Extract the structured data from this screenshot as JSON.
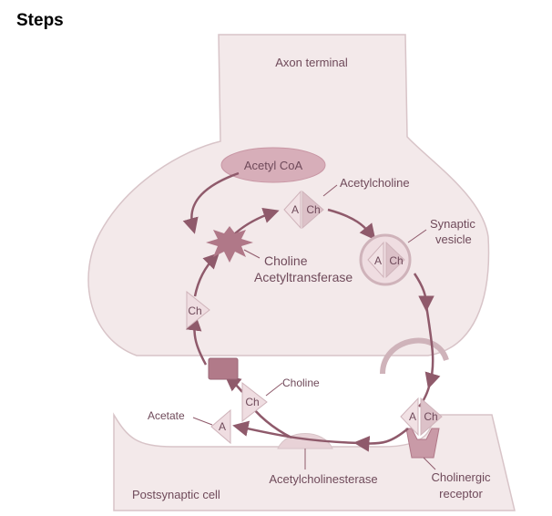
{
  "heading": "Steps",
  "colors": {
    "cell_fill": "#f3e9ea",
    "cell_stroke": "#d8c4c8",
    "path": "#8f5a6b",
    "enzyme": "#b07888",
    "text": "#6f4a5a",
    "mol_light": "#f1e1e4",
    "mol_dark": "#dcc1c8",
    "block": "#b17a89"
  },
  "labels": {
    "axon_terminal": "Axon terminal",
    "acetyl_coa": "Acetyl CoA",
    "acetylcholine": "Acetylcholine",
    "synaptic_vesicle_1": "Synaptic",
    "synaptic_vesicle_2": "vesicle",
    "choline_acetyltransferase_1": "Choline",
    "choline_acetyltransferase_2": "Acetyltransferase",
    "choline": "Choline",
    "acetate": "Acetate",
    "acetylcholinesterase": "Acetylcholinesterase",
    "cholinergic_receptor_1": "Cholinergic",
    "cholinergic_receptor_2": "receptor",
    "postsynaptic_cell": "Postsynaptic cell",
    "mol_a": "A",
    "mol_ch": "Ch"
  },
  "icons": [
    "cycle-arrow-icon",
    "enzyme-burst-icon",
    "receptor-icon"
  ]
}
